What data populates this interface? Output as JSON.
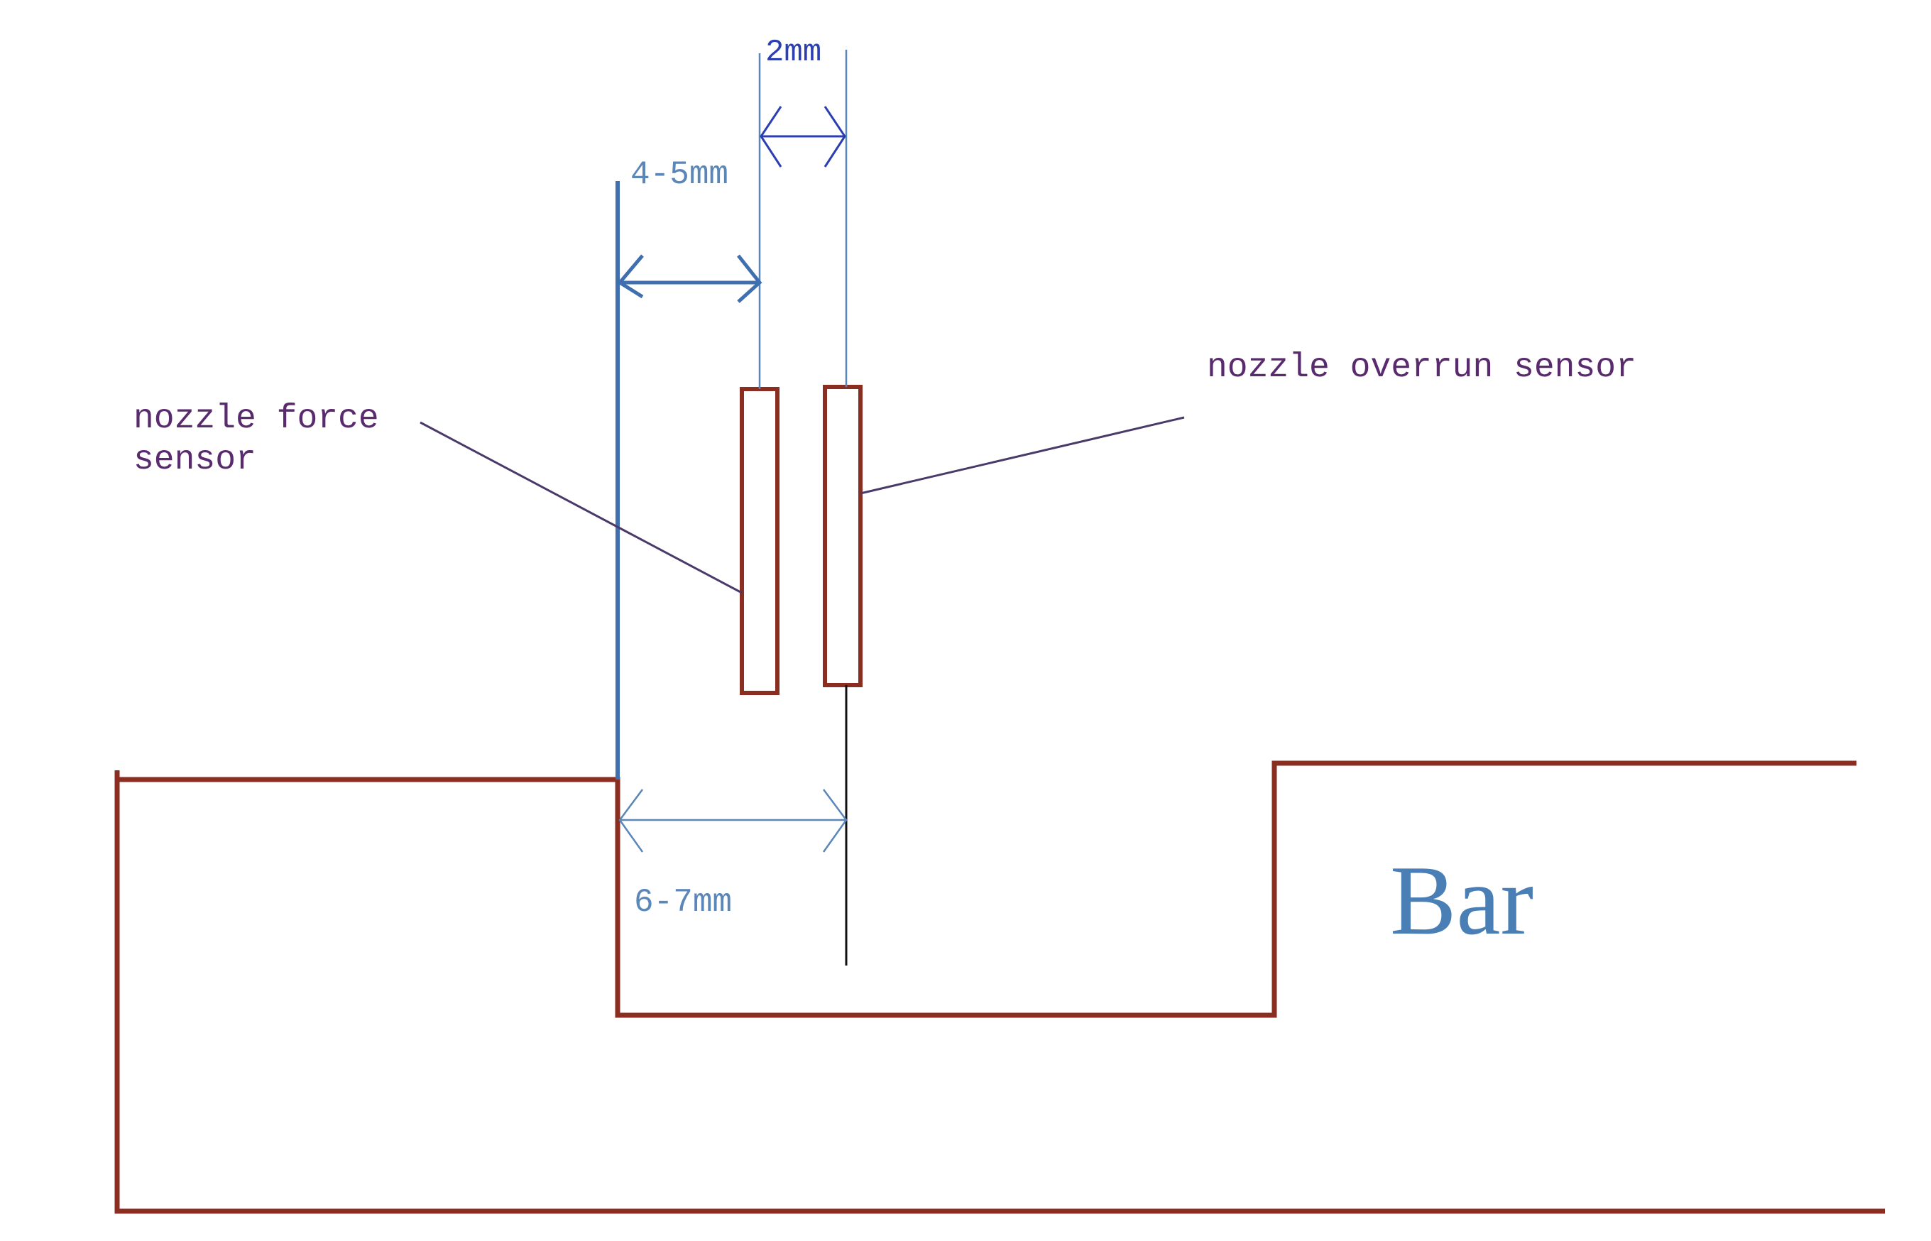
{
  "labels": {
    "dim_2mm": "2mm",
    "dim_4_5mm": "4-5mm",
    "dim_6_7mm": "6-7mm",
    "nozzle_force_line1": "nozzle force",
    "nozzle_force_line2": "sensor",
    "nozzle_overrun": "nozzle overrun sensor",
    "bar": "Bar"
  },
  "colors": {
    "bar_outline": "#8b2e22",
    "sensor_outline": "#8b2e22",
    "dimension_blue": "#5a86b8",
    "dimension_2mm_blue": "#2b3fb0",
    "wall_blue": "#3f6fae",
    "label_purple": "#5a2a6e",
    "leader_purple": "#4a3a6a",
    "bar_text": "#4a7fb5",
    "probe_line": "#111111"
  }
}
